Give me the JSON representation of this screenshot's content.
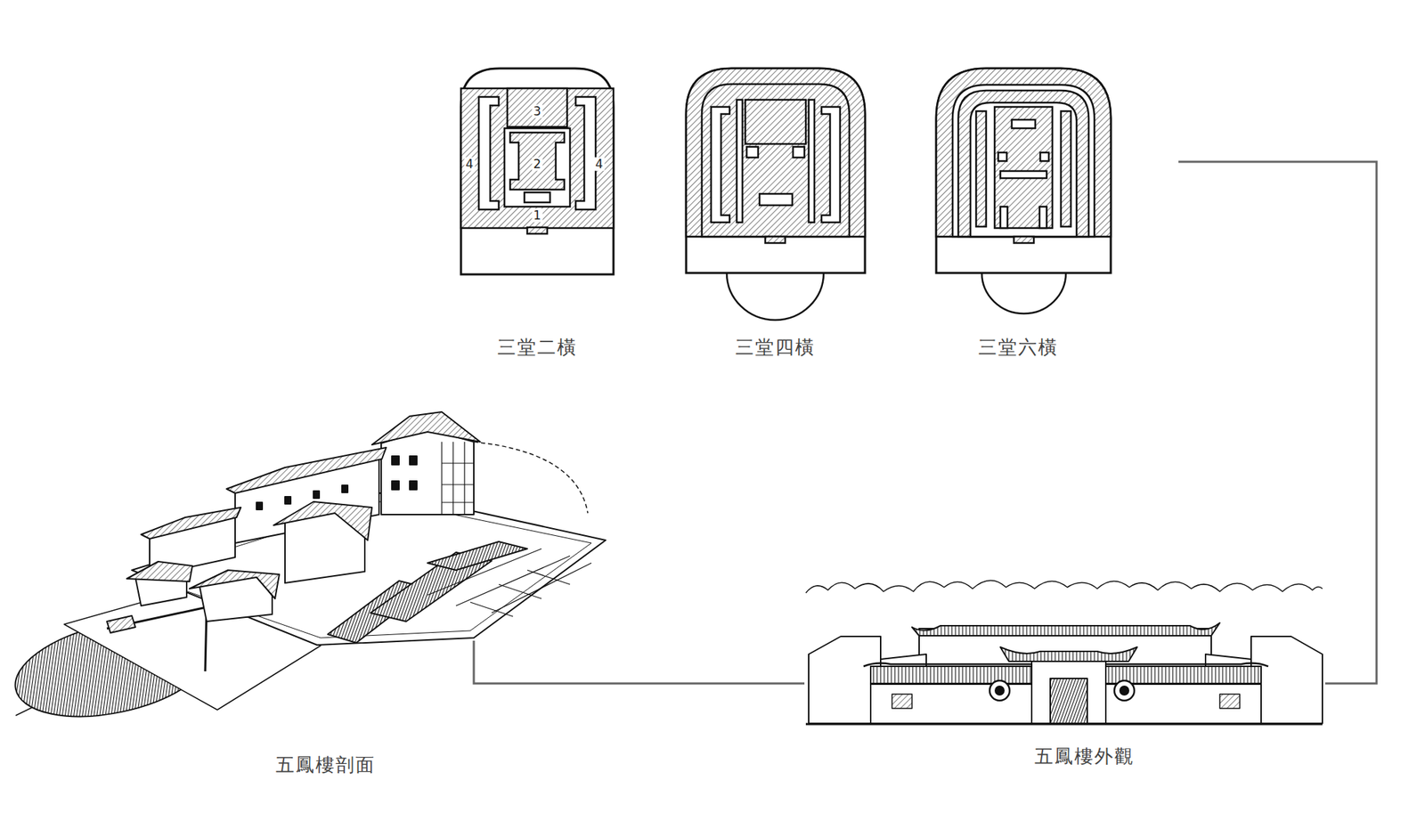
{
  "diagram": {
    "nodes": [
      {
        "text": [
          "三堂二橫"
        ]
      },
      {
        "text": [
          "三堂四橫"
        ]
      },
      {
        "text": [
          "三堂六橫"
        ]
      },
      {
        "text": [
          "五鳳樓剖面"
        ]
      },
      {
        "text": [
          "五鳳樓外觀"
        ]
      }
    ],
    "edges": [
      {
        "from": 2,
        "to": 4,
        "arrow": "none"
      },
      {
        "from": 3,
        "to": 4,
        "arrow": "none"
      }
    ],
    "labels": [
      "3",
      "2",
      "4",
      "4",
      "1"
    ]
  }
}
